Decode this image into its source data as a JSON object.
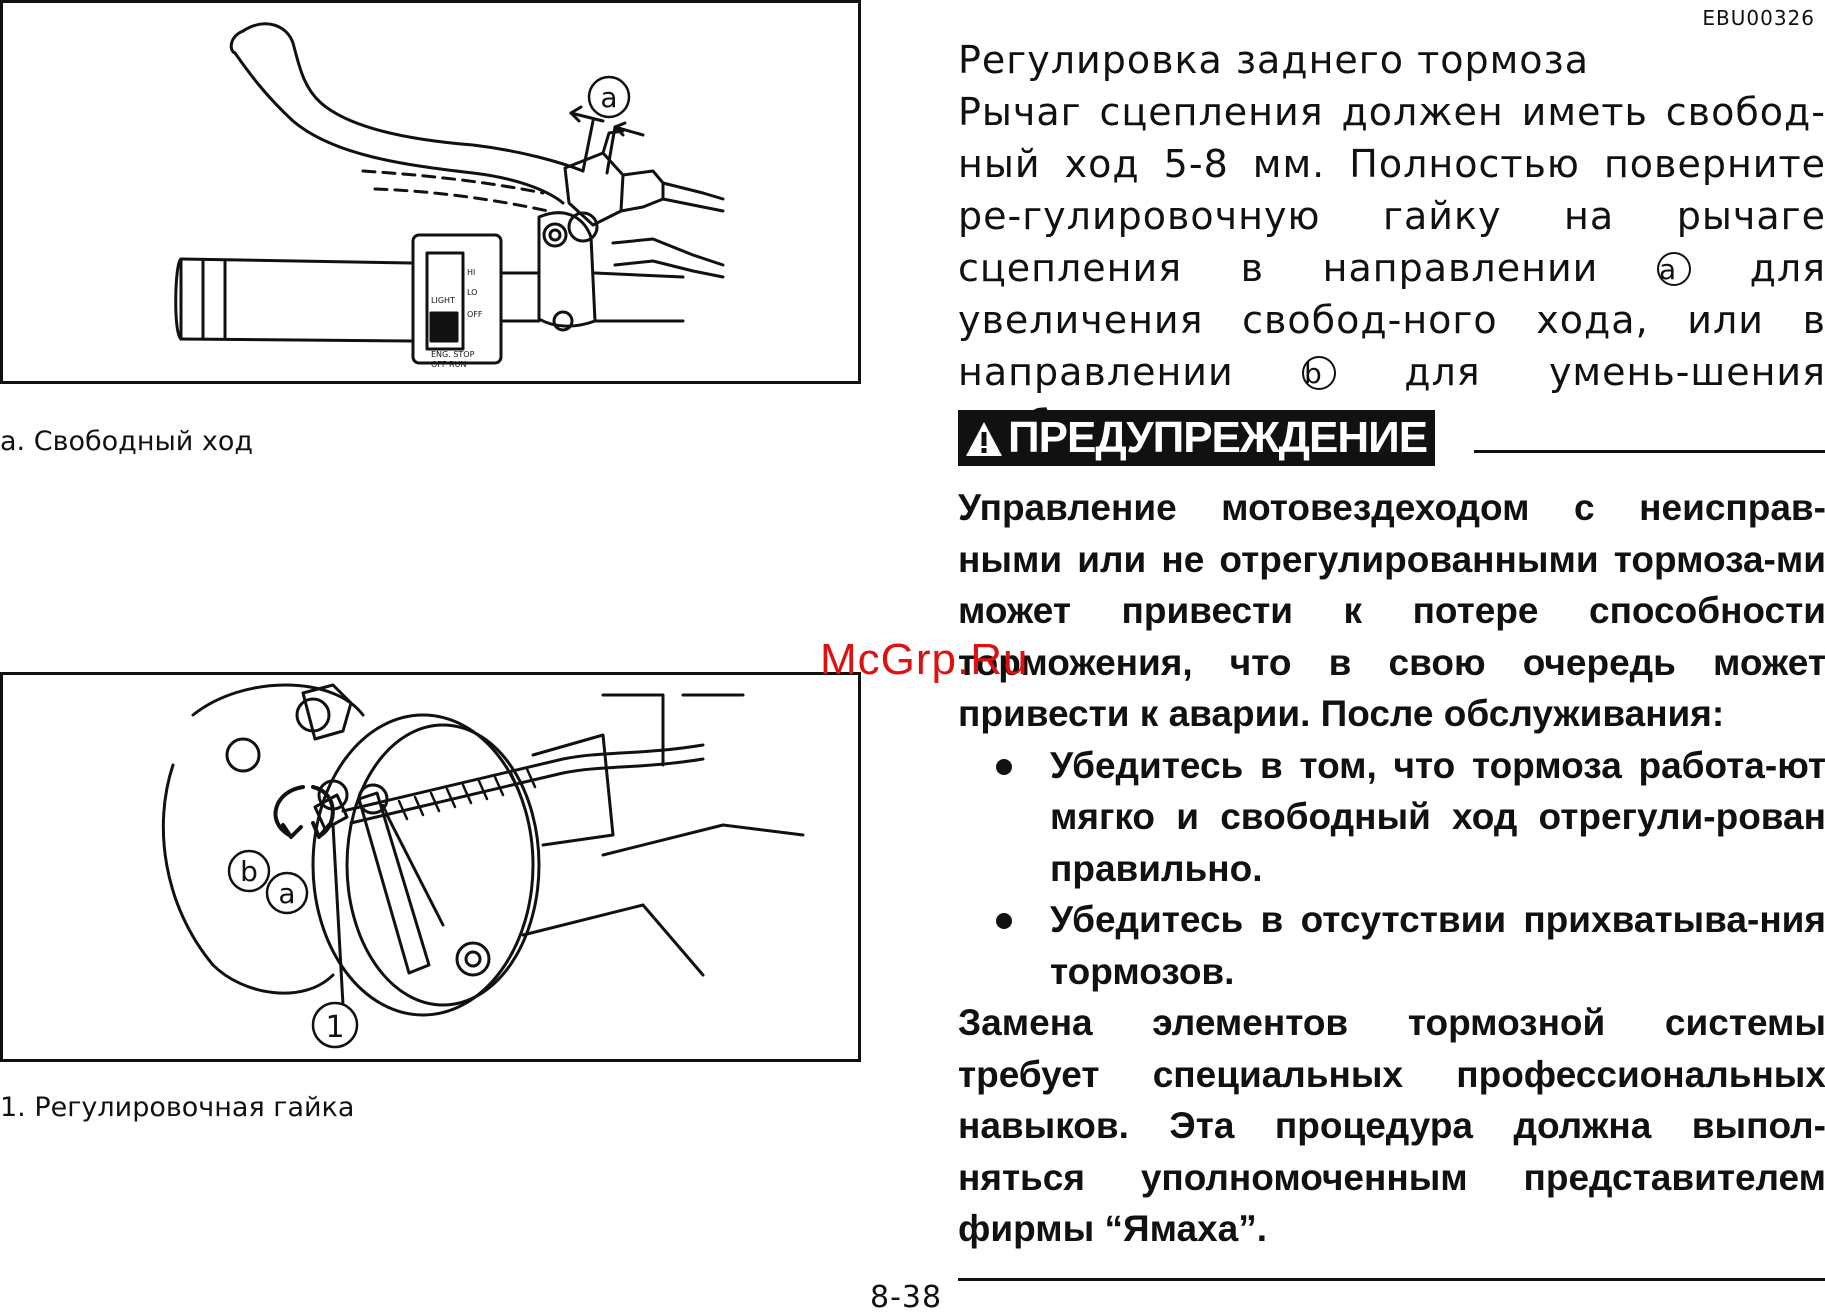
{
  "doc_code": "EBU00326",
  "figures": [
    {
      "caption": "a. Свободный ход",
      "labels": {
        "a": "a"
      },
      "switch_labels": {
        "light": "LIGHT",
        "hi": "HI",
        "lo": "LO",
        "off": "OFF",
        "eng_stop": "ENG. STOP",
        "off_run": "OFF RUN"
      }
    },
    {
      "caption": "1. Регулировочная гайка",
      "labels": {
        "a": "a",
        "b": "b",
        "one": "1"
      }
    }
  ],
  "section": {
    "title": "Регулировка заднего тормоза",
    "body_p1": "Рычаг сцепления должен иметь свобод-ный ход 5-8 мм. Полностью поверните ре-гулировочную гайку на рычаге сцепления в направлении",
    "mark_a": "a",
    "body_p2": "для увеличения свобод-ного хода, или в направлении",
    "mark_b": "b",
    "body_p3": "для умень-шения свободного хода."
  },
  "warning": {
    "label": "ПРЕДУПРЕЖДЕНИЕ",
    "text": "Управление мотовездеходом с неисправ-ными или не отрегулированными тормоза-ми может привести к потере способности торможения, что в свою очередь может привести к аварии. После обслуживания:",
    "bullets": [
      "Убедитесь в том, что тормоза работа-ют мягко и свободный ход отрегули-рован правильно.",
      "Убедитесь в отсутствии прихватыва-ния тормозов."
    ],
    "closing": "Замена элементов тормозной системы требует специальных профессиональных навыков. Эта процедура должна выпол-няться уполномоченным представителем фирмы “Ямаха”."
  },
  "page_number": "8-38",
  "watermark": "McGrp.Ru"
}
